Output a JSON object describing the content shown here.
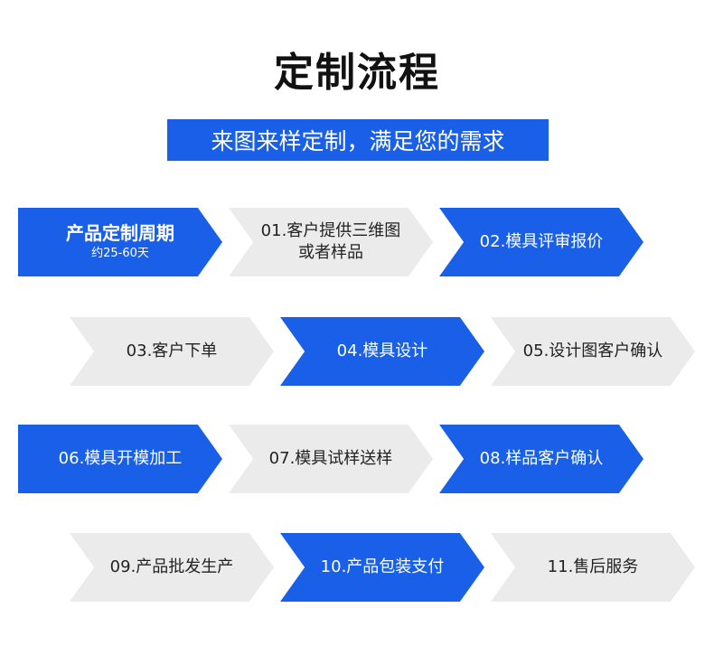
{
  "header": {
    "title": "定制流程",
    "subtitle": "来图来样定制，满足您的需求"
  },
  "steps": [
    {
      "label": "产品定制周期",
      "sub": "约25-60天"
    },
    {
      "label": "01.客户提供三维图或者样品"
    },
    {
      "label": "02.模具评审报价"
    },
    {
      "label": "03.客户下单"
    },
    {
      "label": "04.模具设计"
    },
    {
      "label": "05.设计图客户确认"
    },
    {
      "label": "06.模具开模加工"
    },
    {
      "label": "07.模具试样送样"
    },
    {
      "label": "08.样品客户确认"
    },
    {
      "label": "09.产品批发生产"
    },
    {
      "label": "10.产品包装支付"
    },
    {
      "label": "11.售后服务"
    }
  ],
  "colors": {
    "accent": "#1a5fe8",
    "neutral": "#ebebeb"
  }
}
